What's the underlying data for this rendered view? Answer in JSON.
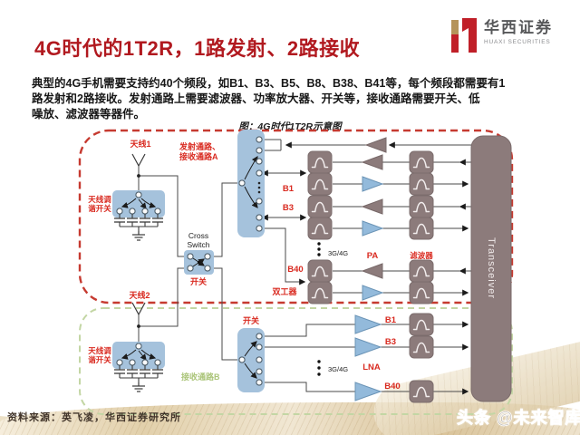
{
  "header": {
    "title": "4G时代的1T2R，1路发射、2路接收",
    "logo_cn": "华西证券",
    "logo_en": "HUAXI SECURITIES"
  },
  "body": {
    "line1": "典型的4G手机需要支持约40个频段，如B1、B3、B5、B8、B38、B41等，每个频段都需要有1",
    "line2": "路发射和2路接收。发射通路上需要滤波器、功率放大器、开关等，接收通路需要开关、低",
    "line3": "噪放、滤波器等器件。"
  },
  "figure": {
    "caption": "图：4G时代1T2R示意图"
  },
  "diagram": {
    "region_a": {
      "label_line1": "发射通路、",
      "label_line2": "接收通路A"
    },
    "region_b": {
      "label": "接收通路B"
    },
    "labels": {
      "antenna1": "天线1",
      "antenna2": "天线2",
      "tuner_line1": "天线调",
      "tuner_line2": "谐开关",
      "cross_line1": "Cross",
      "cross_line2": "Switch",
      "switch_label": "开关",
      "b1": "B1",
      "b3": "B3",
      "b40": "B40",
      "band_group": "3G/4G",
      "pa": "PA",
      "filter": "滤波器",
      "duplexer": "双工器",
      "lna": "LNA",
      "transceiver": "Transceiver"
    },
    "colors": {
      "region_a_border": "#c63a30",
      "region_b_border": "#c3d6a4",
      "switch_fill": "#a5c2dc",
      "component_gray": "#8c7b7b",
      "lna_blue": "#93badb",
      "label_red": "#d92a20",
      "title_red": "#b1191f"
    }
  },
  "footer": {
    "source": "资料来源：英飞凌，华西证券研究所"
  },
  "watermark": {
    "text": "头条 @未来智库"
  }
}
